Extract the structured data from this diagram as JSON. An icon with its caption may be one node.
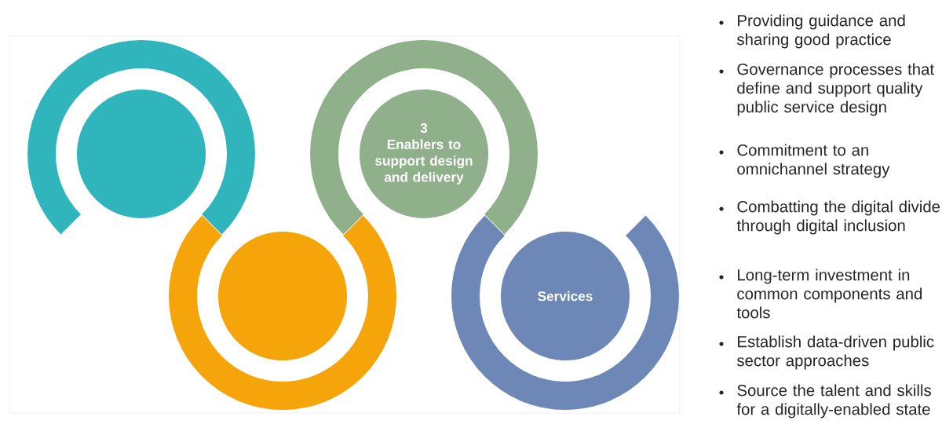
{
  "diagram": {
    "nodes": [
      {
        "text": [],
        "shape": "circle"
      },
      {
        "text": [],
        "shape": "circle"
      },
      {
        "text": [
          "3",
          "Enablers to support design and delivery"
        ]
      },
      {
        "text": [
          "Services"
        ]
      }
    ],
    "labels": [
      "Providing guidance and sharing good practice",
      "Governance processes that define and support quality public service design",
      "Commitment to an omnichannel strategy",
      "Combatting the digital divide through digital inclusion",
      "Long-term investment in common components and tools",
      "Establish data-driven public sector approaches",
      "Source the talent and skills for a digitally-enabled state"
    ]
  }
}
